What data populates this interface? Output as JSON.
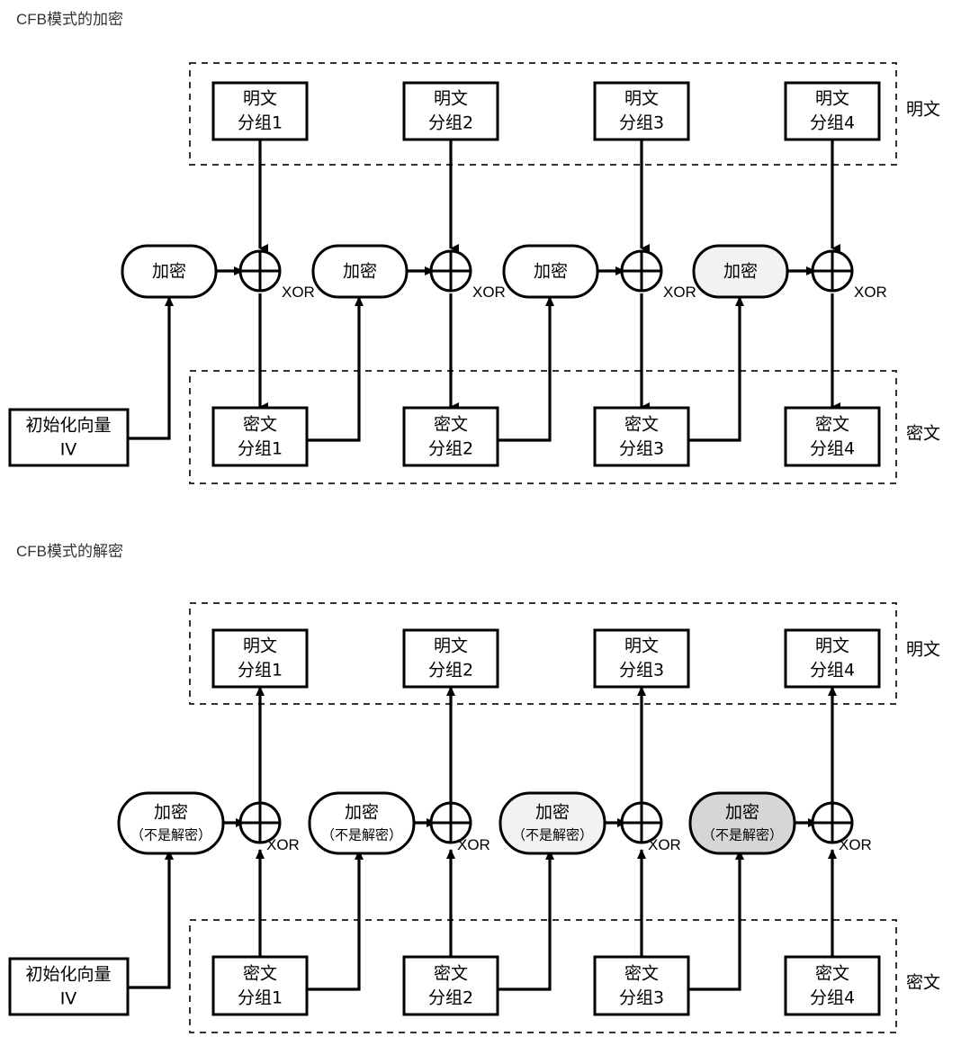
{
  "sections": [
    {
      "id": "encryption",
      "title": "CFB模式的加密",
      "plaintext_group_label": "明文",
      "ciphertext_group_label": "密文",
      "iv": {
        "line1": "初始化向量",
        "line2": "IV"
      },
      "plaintext_blocks": [
        {
          "line1": "明文",
          "line2": "分组1"
        },
        {
          "line1": "明文",
          "line2": "分组2"
        },
        {
          "line1": "明文",
          "line2": "分组3"
        },
        {
          "line1": "明文",
          "line2": "分组4"
        }
      ],
      "ciphertext_blocks": [
        {
          "line1": "密文",
          "line2": "分组1"
        },
        {
          "line1": "密文",
          "line2": "分组2"
        },
        {
          "line1": "密文",
          "line2": "分组3"
        },
        {
          "line1": "密文",
          "line2": "分组4"
        }
      ],
      "cipher_units": [
        {
          "line1": "加密",
          "line2": "",
          "shade": "none"
        },
        {
          "line1": "加密",
          "line2": "",
          "shade": "none"
        },
        {
          "line1": "加密",
          "line2": "",
          "shade": "none"
        },
        {
          "line1": "加密",
          "line2": "",
          "shade": "light"
        }
      ],
      "xor_labels": [
        "XOR",
        "XOR",
        "XOR",
        "XOR"
      ]
    },
    {
      "id": "decryption",
      "title": "CFB模式的解密",
      "plaintext_group_label": "明文",
      "ciphertext_group_label": "密文",
      "iv": {
        "line1": "初始化向量",
        "line2": "IV"
      },
      "plaintext_blocks": [
        {
          "line1": "明文",
          "line2": "分组1"
        },
        {
          "line1": "明文",
          "line2": "分组2"
        },
        {
          "line1": "明文",
          "line2": "分组3"
        },
        {
          "line1": "明文",
          "line2": "分组4"
        }
      ],
      "ciphertext_blocks": [
        {
          "line1": "密文",
          "line2": "分组1"
        },
        {
          "line1": "密文",
          "line2": "分组2"
        },
        {
          "line1": "密文",
          "line2": "分组3"
        },
        {
          "line1": "密文",
          "line2": "分组4"
        }
      ],
      "cipher_units": [
        {
          "line1": "加密",
          "line2": "（不是解密）",
          "shade": "none"
        },
        {
          "line1": "加密",
          "line2": "（不是解密）",
          "shade": "none"
        },
        {
          "line1": "加密",
          "line2": "（不是解密）",
          "shade": "light"
        },
        {
          "line1": "加密",
          "line2": "（不是解密）",
          "shade": "dark"
        }
      ],
      "xor_labels": [
        "XOR",
        "XOR",
        "XOR",
        "XOR"
      ]
    }
  ],
  "colors": {
    "stroke": "#000000",
    "dashed_group": "#333333",
    "shade_light": "#f2f2f2",
    "shade_dark": "#d6d6d6",
    "background": "#ffffff"
  }
}
